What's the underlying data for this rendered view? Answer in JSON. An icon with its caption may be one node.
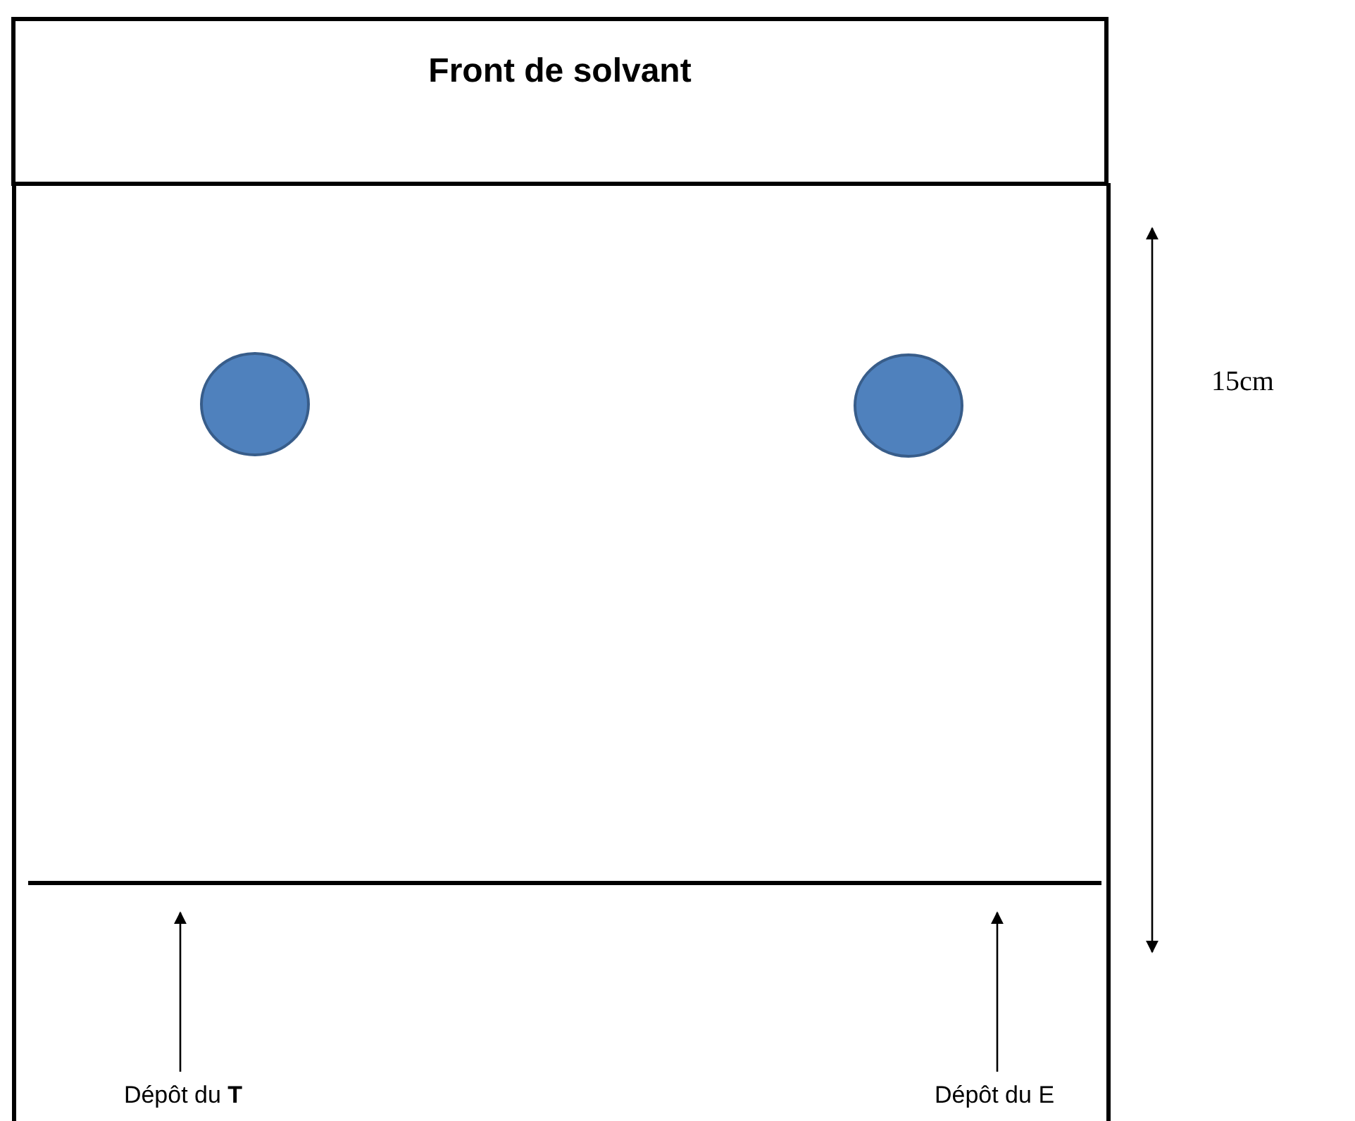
{
  "diagram": {
    "nodes": [
      {
        "text": [
          "Front de solvant"
        ]
      },
      {
        "text": [],
        "shape": "circle"
      },
      {
        "text": [],
        "shape": "circle"
      },
      {
        "text": [
          "Dépôt du **T**"
        ]
      },
      {
        "text": [
          "Dépôt du E"
        ]
      }
    ],
    "edges": [
      {
        "from": 3,
        "to": null,
        "arrow": "to"
      },
      {
        "from": 4,
        "to": null,
        "arrow": "to"
      }
    ],
    "labels": [
      "15cm"
    ]
  }
}
